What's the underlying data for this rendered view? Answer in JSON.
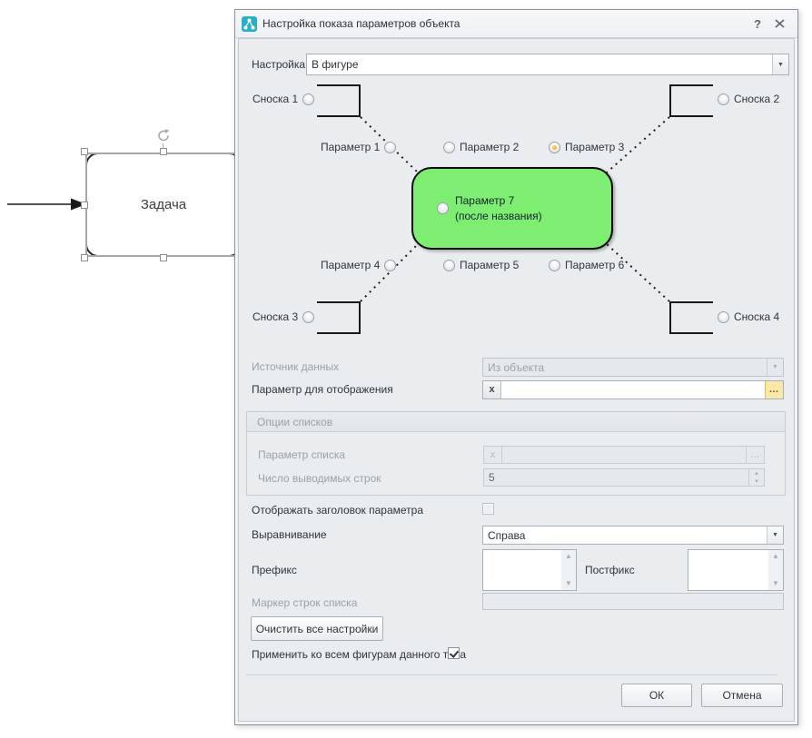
{
  "window": {
    "title": "Настройка показа параметров объекта"
  },
  "icons": {
    "app": "hierarchy-tree",
    "help": "?",
    "clear": "x",
    "ellipsis": "…",
    "dropdown_arrow": "▼",
    "spin_up": "▲",
    "spin_down": "▼",
    "scroll_up": "▲",
    "scroll_down": "▼"
  },
  "diagram": {
    "shape_label": "Задача"
  },
  "settings_row": {
    "label": "Настройка",
    "value": "В фигуре"
  },
  "preview": {
    "snoska1": "Сноска 1",
    "snoska2": "Сноска 2",
    "snoska3": "Сноска 3",
    "snoska4": "Сноска 4",
    "param1": "Параметр 1",
    "param2": "Параметр 2",
    "param3": "Параметр 3",
    "param4": "Параметр 4",
    "param5": "Параметр 5",
    "param6": "Параметр 6",
    "param7_line1": "Параметр 7",
    "param7_line2": "(после названия)",
    "selected_option": "Параметр 3",
    "shape_fill_color": "#7eee73"
  },
  "form": {
    "source_label": "Источник данных",
    "source_value": "Из объекта",
    "display_param_label": "Параметр для отображения",
    "display_param_value": "",
    "list_group": {
      "title": "Опции списков",
      "param_label": "Параметр списка",
      "param_value": "",
      "rows_label": "Число выводимых строк",
      "rows_value": "5"
    },
    "show_header_label": "Отображать заголовок параметра",
    "show_header_checked": false,
    "align_label": "Выравнивание",
    "align_value": "Справа",
    "prefix_label": "Префикс",
    "prefix_value": "",
    "postfix_label": "Постфикс",
    "postfix_value": "",
    "marker_label": "Маркер строк списка",
    "marker_value": ""
  },
  "actions": {
    "clear_all": "Очистить все настройки",
    "apply_all_label": "Применить ко всем фигурам данного типа",
    "apply_all_checked": true,
    "ok": "ОК",
    "cancel": "Отмена"
  },
  "colors": {
    "shape_green": "#7eee73",
    "selected_radio_dot": "#f6a81c",
    "ellipsis_button_bg": "#f8e9a6",
    "app_icon_teal": "#28b0c8"
  }
}
